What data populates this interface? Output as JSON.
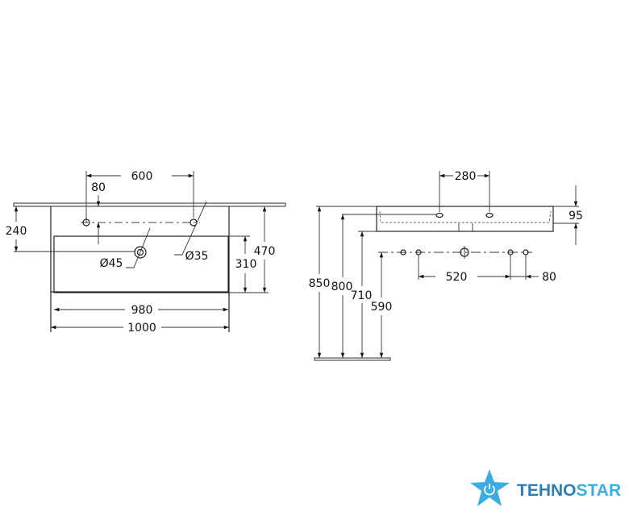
{
  "top_view": {
    "dim_tap_spacing": "600",
    "dim_tap_offset": "80",
    "dim_drain_depth": "240",
    "dim_bowl_depth": "310",
    "dim_total_depth": "470",
    "dim_bowl_width": "980",
    "dim_total_width": "1000",
    "drain_diameter": "Ø45",
    "tap_hole_diameter": "Ø35"
  },
  "side_view": {
    "dim_tap_spacing": "280",
    "dim_rim_height": "95",
    "dim_height_top": "850",
    "dim_height_tap": "800",
    "dim_height_bottom": "710",
    "dim_height_pipes": "590",
    "dim_pipe_spacing": "520",
    "dim_pipe_offset": "80"
  },
  "logo": {
    "part1": "TEHNO",
    "part2": "STAR",
    "color_dark": "#2e7db8",
    "color_light": "#3badE2"
  }
}
